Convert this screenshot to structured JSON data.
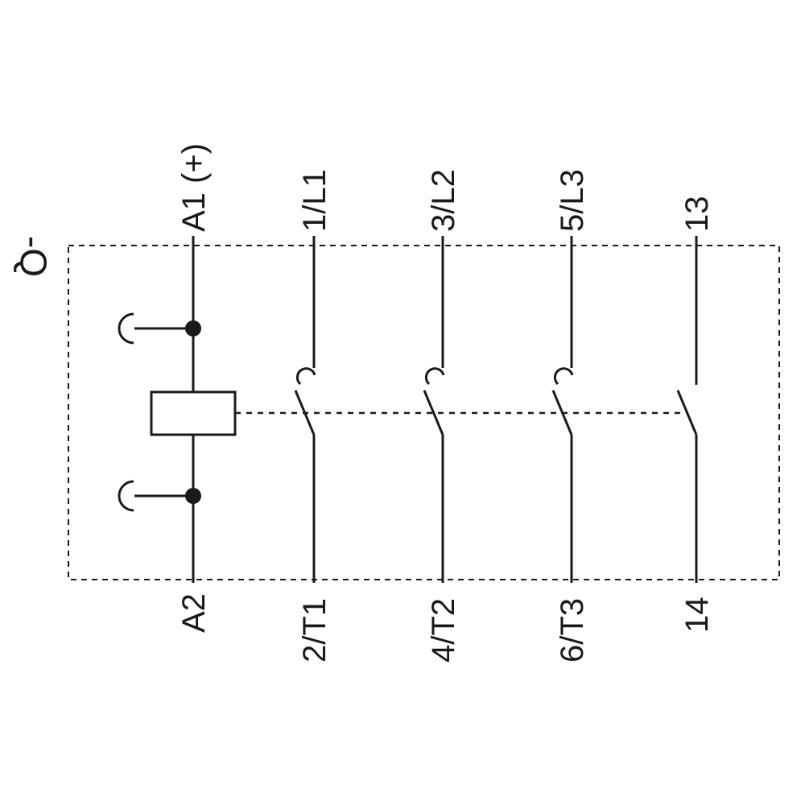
{
  "diagram": {
    "device_tag": "-Q",
    "colors": {
      "line": "#1a1a1a",
      "background": "#ffffff"
    },
    "coil": {
      "top_terminal": "A1 (+)",
      "bottom_terminal": "A2"
    },
    "poles": [
      {
        "top_terminal": "1/L1",
        "bottom_terminal": "2/T1"
      },
      {
        "top_terminal": "3/L2",
        "bottom_terminal": "4/T2"
      },
      {
        "top_terminal": "5/L3",
        "bottom_terminal": "6/T3"
      }
    ],
    "aux_contact": {
      "top_terminal": "13",
      "bottom_terminal": "14"
    }
  }
}
